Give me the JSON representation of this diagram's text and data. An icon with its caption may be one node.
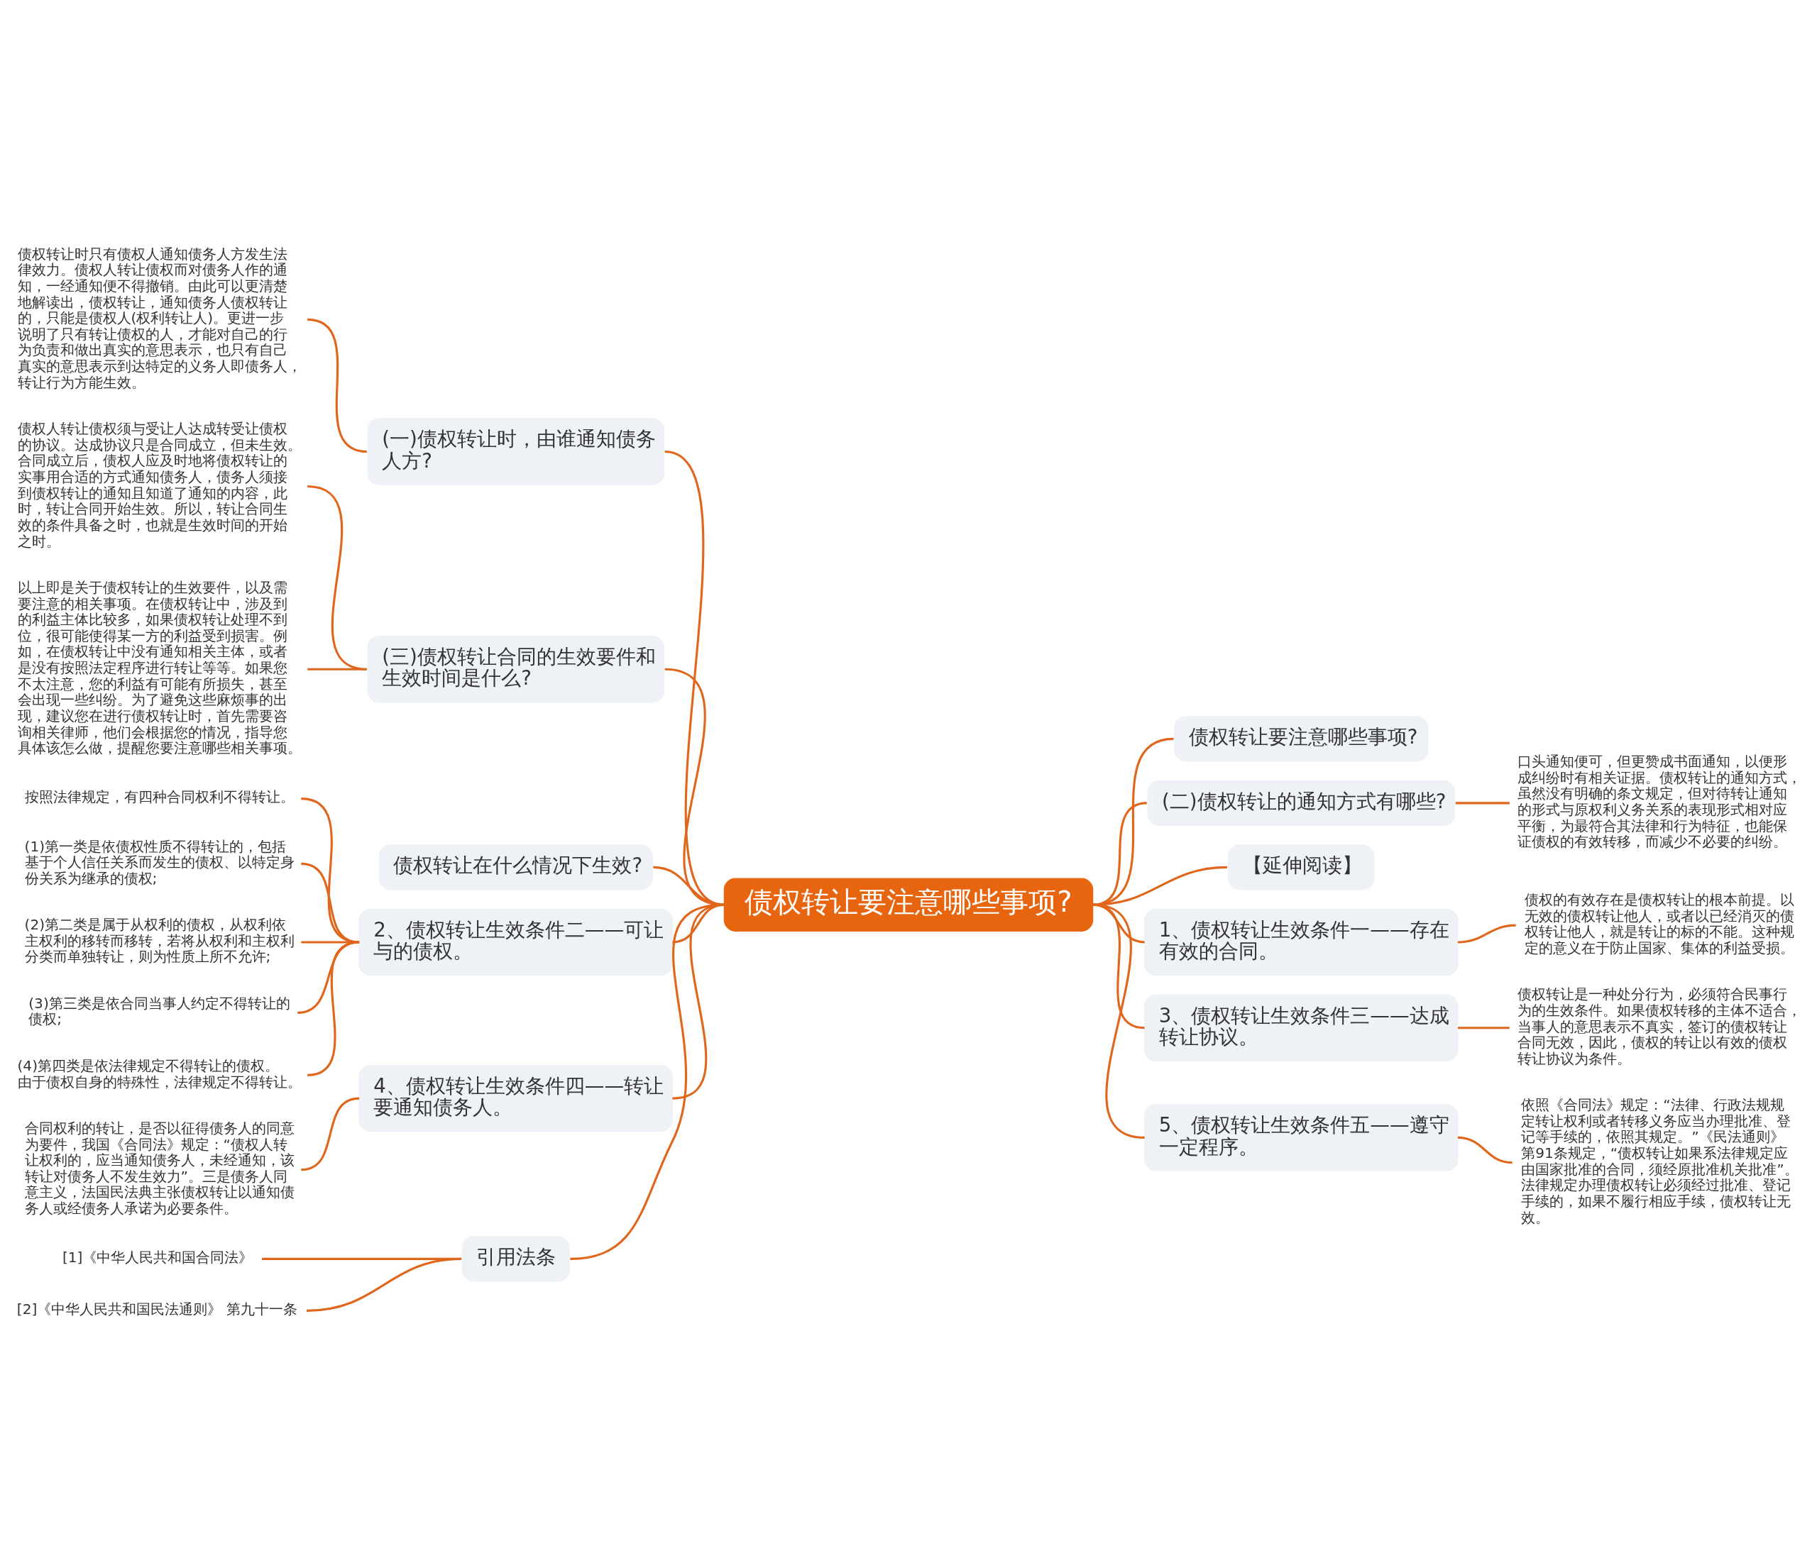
{
  "diagram": {
    "nodes": [
      {
        "text": [
          "债权转让要注意哪些事项?"
        ]
      },
      {
        "text": [
          "(一)债权转让时，由谁通知债务人方?"
        ]
      },
      {
        "text": [
          "债权转让时只有债权人通知债务人方发生法律效力。债权人转让债权而对债务人作的通知，一经通知便不得撤销。由此可以更清楚地解读出，债权转让，通知债务人债权转让的，只能是债权人(权利转让人)。更进一步说明了只有转让债权的人，才能对自己的行为负责和做出真实的意思表示，也只有自己真实的意思表示到达特定的义务人即债务人，转让行为方能生效。"
        ]
      },
      {
        "text": [
          "(三)债权转让合同的生效要件和生效时间是什么?"
        ]
      },
      {
        "text": [
          "债权人转让债权须与受让人达成转受让债权的协议。达成协议只是合同成立，但未生效。合同成立后，债权人应及时地将债权转让的实事用合适的方式通知债务人，债务人须接到债权转让的通知且知道了通知的内容，此时，转让合同开始生效。所以，转让合同生效的条件具备之时，也就是生效时间的开始之时。"
        ]
      },
      {
        "text": [
          "以上即是关于债权转让的生效要件，以及需要注意的相关事项。在债权转让中，涉及到的利益主体比较多，如果债权转让处理不到位，很可能使得某一方的利益受到损害。例如，在债权转让中没有通知相关主体，或者是没有按照法定程序进行转让等等。如果您不太注意，您的利益有可能有所损失，甚至会出现一些纠纷。为了避免这些麻烦事的出现，建议您在进行债权转让时，首先需要咨询相关律师，他们会根据您的情况，指导您具体该怎么做，提醒您要注意哪些相关事项。"
        ]
      },
      {
        "text": [
          "债权转让在什么情况下生效?"
        ]
      },
      {
        "text": [
          "2、债权转让生效条件二——可让与的债权。"
        ]
      },
      {
        "text": [
          "按照法律规定，有四种合同权利不得转让。"
        ]
      },
      {
        "text": [
          "(1)第一类是依债权性质不得转让的，包括基于个人信任关系而发生的债权、以特定身份关系为继承的债权;"
        ]
      },
      {
        "text": [
          "(2)第二类是属于从权利的债权，从权利依主权利的移转而移转，若将从权利和主权利分类而单独转让，则为性质上所不允许;"
        ]
      },
      {
        "text": [
          "(3)第三类是依合同当事人约定不得转让的债权;"
        ]
      },
      {
        "text": [
          "(4)第四类是依法律规定不得转让的债权。由于债权自身的特殊性，法律规定不得转让。"
        ]
      },
      {
        "text": [
          "4、债权转让生效条件四——转让要通知债务人。"
        ]
      },
      {
        "text": [
          "合同权利的转让，是否以征得债务人的同意为要件，我国《合同法》规定：“债权人转让权利的，应当通知债务人，未经通知，该转让对债务人不发生效力”。三是债务人同意主义，法国民法典主张债权转让以通知债务人或经债务人承诺为必要条件。"
        ]
      },
      {
        "text": [
          "引用法条"
        ]
      },
      {
        "text": [
          "[1]《中华人民共和国合同法》"
        ]
      },
      {
        "text": [
          "[2]《中华人民共和国民法通则》 第九十一条"
        ]
      },
      {
        "text": [
          "债权转让要注意哪些事项?"
        ]
      },
      {
        "text": [
          "(二)债权转让的通知方式有哪些?"
        ]
      },
      {
        "text": [
          "口头通知便可，但更赞成书面通知，以便形成纠纷时有相关证据。债权转让的通知方式，虽然没有明确的条文规定，但对待转让通知的形式与原权利义务关系的表现形式相对应平衡，为最符合其法律和行为特征，也能保证债权的有效转移，而减少不必要的纠纷。"
        ]
      },
      {
        "text": [
          "【延伸阅读】"
        ]
      },
      {
        "text": [
          "1、债权转让生效条件一——存在有效的合同。"
        ]
      },
      {
        "text": [
          "债权的有效存在是债权转让的根本前提。以无效的债权转让他人，或者以已经消灭的债权转让他人，就是转让的标的不能。这种规定的意义在于防止国家、集体的利益受损。"
        ]
      },
      {
        "text": [
          "3、债权转让生效条件三——达成转让协议。"
        ]
      },
      {
        "text": [
          "债权转让是一种处分行为，必须符合民事行为的生效条件。如果债权转移的主体不适合，当事人的意思表示不真实，签订的债权转让合同无效，因此，债权的转让以有效的债权转让协议为条件。"
        ]
      },
      {
        "text": [
          "5、债权转让生效条件五——遵守一定程序。"
        ]
      },
      {
        "text": [
          "依照《合同法》规定：“法律、行政法规规定转让权利或者转移义务应当办理批准、登记等手续的，依照其规定。”《民法通则》第91条规定，“债权转让如果系法律规定应由国家批准的合同，须经原批准机关批准”。法律规定办理债权转让必须经过批准、登记手续的，如果不履行相应手续，债权转让无效。"
        ]
      }
    ],
    "edges": [
      {
        "from": 0,
        "to": 1,
        "arrow": "none"
      },
      {
        "from": 1,
        "to": 2,
        "arrow": "none"
      },
      {
        "from": 0,
        "to": 3,
        "arrow": "none"
      },
      {
        "from": 3,
        "to": 4,
        "arrow": "none"
      },
      {
        "from": 3,
        "to": 5,
        "arrow": "none"
      },
      {
        "from": 0,
        "to": 6,
        "arrow": "none"
      },
      {
        "from": 0,
        "to": 7,
        "arrow": "none"
      },
      {
        "from": 7,
        "to": 8,
        "arrow": "none"
      },
      {
        "from": 7,
        "to": 9,
        "arrow": "none"
      },
      {
        "from": 7,
        "to": 10,
        "arrow": "none"
      },
      {
        "from": 7,
        "to": 11,
        "arrow": "none"
      },
      {
        "from": 7,
        "to": 12,
        "arrow": "none"
      },
      {
        "from": 0,
        "to": 13,
        "arrow": "none"
      },
      {
        "from": 13,
        "to": 14,
        "arrow": "none"
      },
      {
        "from": 0,
        "to": 15,
        "arrow": "none"
      },
      {
        "from": 15,
        "to": 16,
        "arrow": "none"
      },
      {
        "from": 15,
        "to": 17,
        "arrow": "none"
      },
      {
        "from": 0,
        "to": 18,
        "arrow": "none"
      },
      {
        "from": 0,
        "to": 19,
        "arrow": "none"
      },
      {
        "from": 19,
        "to": 20,
        "arrow": "none"
      },
      {
        "from": 0,
        "to": 21,
        "arrow": "none"
      },
      {
        "from": 0,
        "to": 22,
        "arrow": "none"
      },
      {
        "from": 22,
        "to": 23,
        "arrow": "none"
      },
      {
        "from": 0,
        "to": 24,
        "arrow": "none"
      },
      {
        "from": 24,
        "to": 25,
        "arrow": "none"
      },
      {
        "from": 0,
        "to": 26,
        "arrow": "none"
      },
      {
        "from": 26,
        "to": 27,
        "arrow": "none"
      }
    ]
  }
}
